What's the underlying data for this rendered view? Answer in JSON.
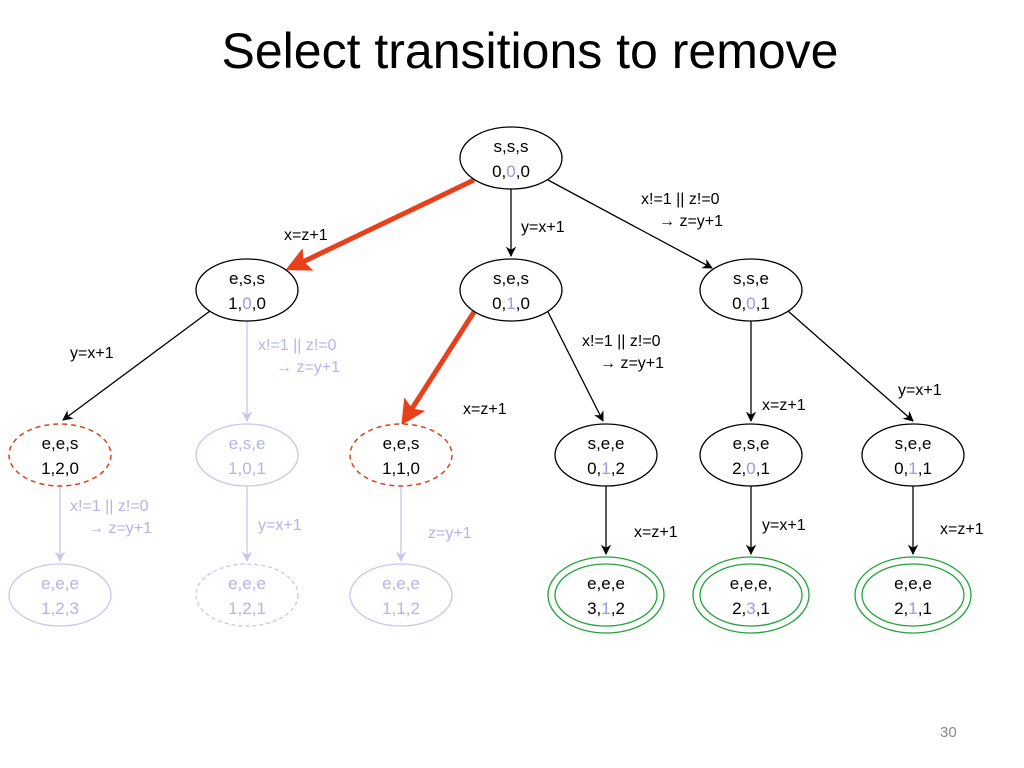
{
  "title": "Select transitions to remove",
  "page_number": "30",
  "colors": {
    "normal": "#000000",
    "faded": "#c6c6f0",
    "faded_text": "#b4b4e8",
    "highlight_digit": "#9a9ae0",
    "selected_arrow": "#e8401a",
    "removed_node": "#d9431c",
    "final_node": "#21a33a"
  },
  "nodes": [
    {
      "id": "n_sss",
      "line1": "s,s,s",
      "line2": [
        [
          "0,",
          false
        ],
        [
          "0",
          true
        ],
        [
          ",0",
          false
        ]
      ],
      "style": "normal"
    },
    {
      "id": "n_ess",
      "line1": "e,s,s",
      "line2": [
        [
          "1,",
          false
        ],
        [
          "0",
          true
        ],
        [
          ",0",
          false
        ]
      ],
      "style": "normal"
    },
    {
      "id": "n_ses",
      "line1": "s,e,s",
      "line2": [
        [
          "0,",
          false
        ],
        [
          "1",
          true
        ],
        [
          ",0",
          false
        ]
      ],
      "style": "normal"
    },
    {
      "id": "n_sse",
      "line1": "s,s,e",
      "line2": [
        [
          "0,",
          false
        ],
        [
          "0",
          true
        ],
        [
          ",1",
          false
        ]
      ],
      "style": "normal"
    },
    {
      "id": "n_ees_a",
      "line1": "e,e,s",
      "line2": [
        [
          "1,2,0",
          false
        ]
      ],
      "style": "removed"
    },
    {
      "id": "n_ese_faded",
      "line1": "e,s,e",
      "line2": [
        [
          "1,0,1",
          false
        ]
      ],
      "style": "faded"
    },
    {
      "id": "n_ees_b",
      "line1": "e,e,s",
      "line2": [
        [
          "1,1,0",
          false
        ]
      ],
      "style": "removed"
    },
    {
      "id": "n_see_a",
      "line1": "s,e,e",
      "line2": [
        [
          "0,",
          false
        ],
        [
          "1",
          true
        ],
        [
          ",2",
          false
        ]
      ],
      "style": "normal"
    },
    {
      "id": "n_ese",
      "line1": "e,s,e",
      "line2": [
        [
          "2,",
          false
        ],
        [
          "0",
          true
        ],
        [
          ",1",
          false
        ]
      ],
      "style": "normal"
    },
    {
      "id": "n_see_b",
      "line1": "s,e,e",
      "line2": [
        [
          "0,",
          false
        ],
        [
          "1",
          true
        ],
        [
          ",1",
          false
        ]
      ],
      "style": "normal"
    },
    {
      "id": "n_eee_123",
      "line1": "e,e,e",
      "line2": [
        [
          "1,2,3",
          false
        ]
      ],
      "style": "faded"
    },
    {
      "id": "n_eee_121",
      "line1": "e,e,e",
      "line2": [
        [
          "1,2,1",
          false
        ]
      ],
      "style": "faded-dashed"
    },
    {
      "id": "n_eee_112",
      "line1": "e,e,e",
      "line2": [
        [
          "1,1,2",
          false
        ]
      ],
      "style": "faded"
    },
    {
      "id": "n_eee_312",
      "line1": "e,e,e",
      "line2": [
        [
          "3,",
          false
        ],
        [
          "1",
          true
        ],
        [
          ",2",
          false
        ]
      ],
      "style": "final"
    },
    {
      "id": "n_eee_231",
      "line1": "e,e,e,",
      "line2": [
        [
          "2,",
          false
        ],
        [
          "3",
          true
        ],
        [
          ",1",
          false
        ]
      ],
      "style": "final"
    },
    {
      "id": "n_eee_211",
      "line1": "e,e,e",
      "line2": [
        [
          "2,",
          false
        ],
        [
          "1",
          true
        ],
        [
          ",1",
          false
        ]
      ],
      "style": "final"
    }
  ],
  "edges": [
    {
      "id": "e1",
      "from": "n_sss",
      "to": "n_ess",
      "style": "selected"
    },
    {
      "id": "e2",
      "from": "n_sss",
      "to": "n_ses",
      "style": "normal"
    },
    {
      "id": "e3",
      "from": "n_sss",
      "to": "n_sse",
      "style": "normal"
    },
    {
      "id": "e4",
      "from": "n_ess",
      "to": "n_ees_a",
      "style": "normal"
    },
    {
      "id": "e5",
      "from": "n_ess",
      "to": "n_ese_faded",
      "style": "faded"
    },
    {
      "id": "e6",
      "from": "n_ses",
      "to": "n_ees_b",
      "style": "selected"
    },
    {
      "id": "e7",
      "from": "n_ses",
      "to": "n_see_a",
      "style": "normal"
    },
    {
      "id": "e8",
      "from": "n_sse",
      "to": "n_ese",
      "style": "normal"
    },
    {
      "id": "e9",
      "from": "n_sse",
      "to": "n_see_b",
      "style": "normal"
    },
    {
      "id": "e10",
      "from": "n_ees_a",
      "to": "n_eee_123",
      "style": "faded"
    },
    {
      "id": "e11",
      "from": "n_ese_faded",
      "to": "n_eee_121",
      "style": "faded"
    },
    {
      "id": "e12",
      "from": "n_ees_b",
      "to": "n_eee_112",
      "style": "faded"
    },
    {
      "id": "e13",
      "from": "n_see_a",
      "to": "n_eee_312",
      "style": "normal"
    },
    {
      "id": "e14",
      "from": "n_ese",
      "to": "n_eee_231",
      "style": "normal"
    },
    {
      "id": "e15",
      "from": "n_see_b",
      "to": "n_eee_211",
      "style": "normal"
    }
  ],
  "labels": [
    {
      "id": "lbl_x_zp1_top",
      "lines": [
        "x=z+1"
      ],
      "faded": false
    },
    {
      "id": "lbl_y_xp1_top",
      "lines": [
        "y=x+1"
      ],
      "faded": false
    },
    {
      "id": "lbl_cond_top",
      "lines": [
        "x!=1 || z!=0",
        "→ z=y+1"
      ],
      "faded": false
    },
    {
      "id": "lbl_y_xp1_left",
      "lines": [
        "y=x+1"
      ],
      "faded": false
    },
    {
      "id": "lbl_cond_faded_mid",
      "lines": [
        "x!=1 || z!=0",
        "→ z=y+1"
      ],
      "faded": true
    },
    {
      "id": "lbl_x_zp1_mid",
      "lines": [
        "x=z+1"
      ],
      "faded": false
    },
    {
      "id": "lbl_cond_mid",
      "lines": [
        "x!=1 || z!=0",
        "→ z=y+1"
      ],
      "faded": false
    },
    {
      "id": "lbl_x_zp1_right",
      "lines": [
        "x=z+1"
      ],
      "faded": false
    },
    {
      "id": "lbl_y_xp1_right",
      "lines": [
        "y=x+1"
      ],
      "faded": false
    },
    {
      "id": "lbl_cond_faded_low",
      "lines": [
        "x!=1 || z!=0",
        "→ z=y+1"
      ],
      "faded": true
    },
    {
      "id": "lbl_y_xp1_faded",
      "lines": [
        "y=x+1"
      ],
      "faded": true
    },
    {
      "id": "lbl_z_yp1_faded",
      "lines": [
        "z=y+1"
      ],
      "faded": true
    },
    {
      "id": "lbl_x_zp1_low1",
      "lines": [
        "x=z+1"
      ],
      "faded": false
    },
    {
      "id": "lbl_y_xp1_low",
      "lines": [
        "y=x+1"
      ],
      "faded": false
    },
    {
      "id": "lbl_x_zp1_low2",
      "lines": [
        "x=z+1"
      ],
      "faded": false
    }
  ]
}
